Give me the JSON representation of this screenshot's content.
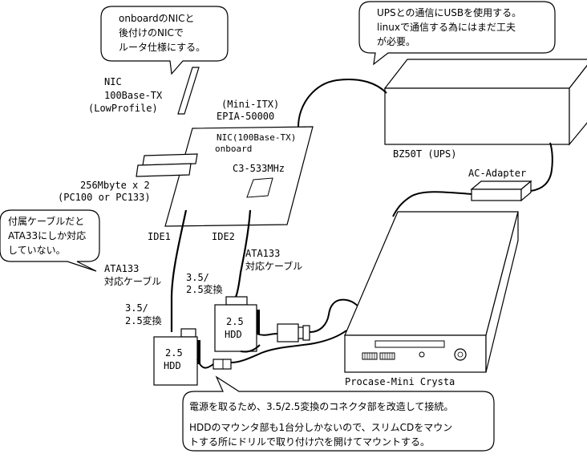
{
  "bubbles": {
    "nic_note": [
      "onboardのNICと",
      "後付けのNICで",
      "ルータ仕様にする。"
    ],
    "ups_note": [
      "UPSとの通信にUSBを使用する。",
      "linuxで通信する為にはまだ工夫",
      "が必要。"
    ],
    "ata_note": [
      "付属ケーブルだと",
      "ATA33にしか対応",
      "していない。"
    ],
    "bottom_note": [
      "電源を取るため、3.5/2.5変換のコネクタ部を改造して接続。",
      "HDDのマウンタ部も1台分しかないので、スリムCDをマウン",
      "トする所にドリルで取り付け穴を開けてマウントする。"
    ]
  },
  "labels": {
    "nic": "NIC",
    "nic_type": "100Base-TX",
    "nic_profile": "(LowProfile)",
    "board_form": "(Mini-ITX)",
    "board_model": "EPIA-50000",
    "board_nic_1": "NIC(100Base-TX)",
    "board_nic_2": "onboard",
    "cpu": "C3-533MHz",
    "ram": "256Mbyte x 2",
    "ram_type": "(PC100 or PC133)",
    "ide1": "IDE1",
    "ide2": "IDE2",
    "cable_left_1": "ATA133",
    "cable_left_2": "対応ケーブル",
    "cable_right_1": "ATA133",
    "cable_right_2": "対応ケーブル",
    "conv_left_1": "3.5/",
    "conv_left_2": "2.5変換",
    "conv_right_1": "3.5/",
    "conv_right_2": "2.5変換",
    "hdd_left_1": "2.5",
    "hdd_left_2": "HDD",
    "hdd_right_1": "2.5",
    "hdd_right_2": "HDD",
    "ups": "BZ50T  (UPS)",
    "ac_adapter": "AC-Adapter",
    "case": "Procase-Mini Crysta"
  }
}
